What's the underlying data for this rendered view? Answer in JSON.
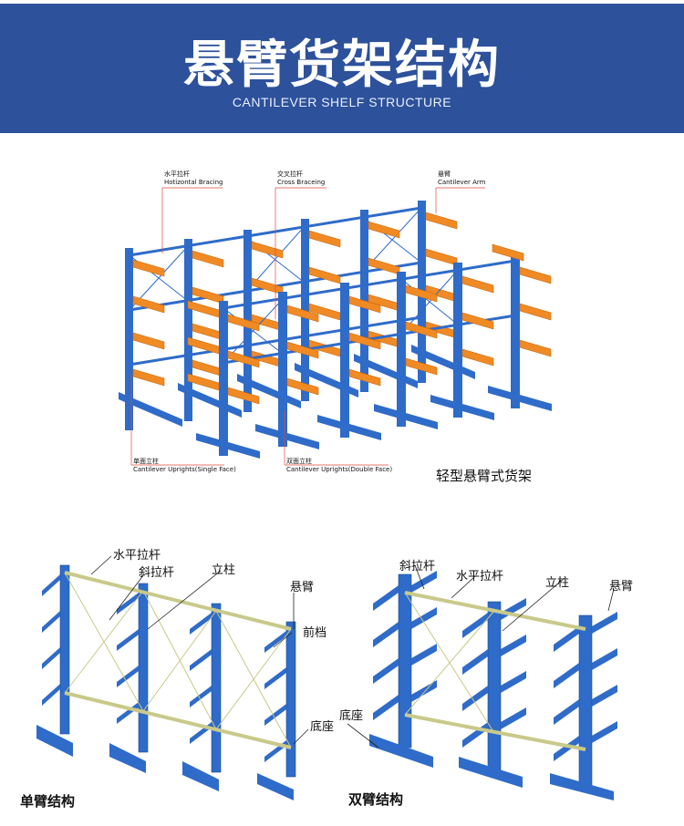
{
  "header": {
    "title": "悬臂货架结构",
    "subtitle": "CANTILEVER SHELF STRUCTURE"
  },
  "colors": {
    "header_bg": "#2d519a",
    "upright_blue": "#2f6bc9",
    "arm_orange": "#f08a24",
    "bracing_yellow": "#c9c98a",
    "callout_red": "#e04a3a"
  },
  "top_diagram": {
    "callouts": {
      "horizontal_bracing": {
        "cn": "水平拉杆",
        "en": "Hotizontal Bracing"
      },
      "cross_bracing": {
        "cn": "交叉拉杆",
        "en": "Cross Braceing"
      },
      "cantilever_arm": {
        "cn": "悬臂",
        "en": "Cantilever Arm"
      },
      "upright_single": {
        "cn": "单面立柱",
        "en": "Cantilever Uprights(Single Face)"
      },
      "upright_double": {
        "cn": "双面立柱",
        "en": "Cantilever Uprights(Double Face)"
      }
    },
    "caption": "轻型悬臂式货架"
  },
  "single_arm": {
    "labels": {
      "horizontal_bar": "水平拉杆",
      "diagonal_bar": "斜拉杆",
      "upright": "立柱",
      "arm": "悬臂",
      "front_stop": "前档",
      "base": "底座"
    },
    "caption": "单臂结构"
  },
  "double_arm": {
    "labels": {
      "diagonal_bar": "斜拉杆",
      "horizontal_bar": "水平拉杆",
      "upright": "立柱",
      "arm": "悬臂",
      "base": "底座"
    },
    "caption": "双臂结构"
  }
}
